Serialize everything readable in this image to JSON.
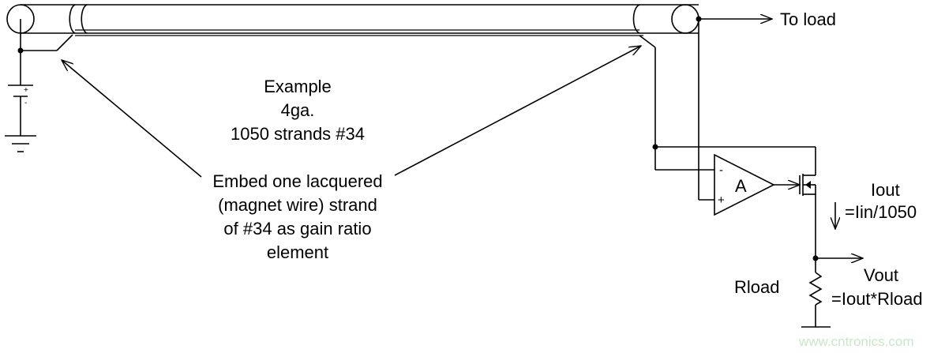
{
  "labels": {
    "to_load": "To load",
    "example_lines": [
      "Example",
      "4ga.",
      "1050 strands #34"
    ],
    "embed_lines": [
      "Embed one lacquered",
      "(magnet wire) strand",
      "of #34 as gain ratio",
      "element"
    ],
    "amp": "A",
    "opamp_minus": "-",
    "opamp_plus": "+",
    "batt_plus": "+",
    "batt_minus": "-",
    "iout": "Iout",
    "iout_eq": "=Iin/1050",
    "vout": "Vout",
    "vout_eq": "=Iout*Rload",
    "rload": "Rload",
    "watermark": "www.cntronics.com"
  },
  "colors": {
    "ink": "#000000",
    "watermark": "#c8e8c8"
  }
}
